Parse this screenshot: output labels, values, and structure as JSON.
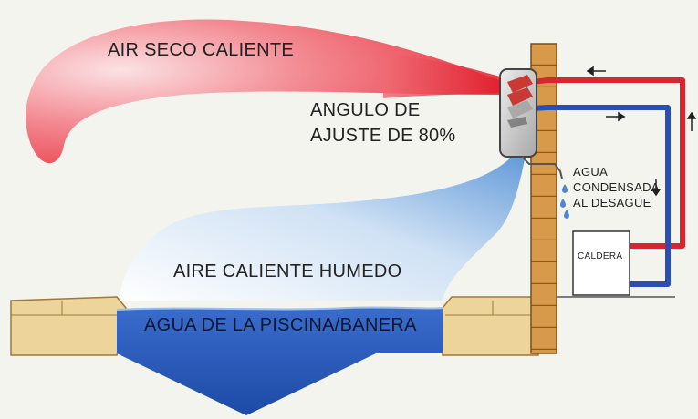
{
  "labels": {
    "hot_dry_air": "AIR SECO CALIENTE",
    "adjust_angle": [
      "ANGULO DE",
      "AJUSTE DE 80%"
    ],
    "humid_warm_air": "AIRE CALIENTE HUMEDO",
    "pool_water": "AGUA DE LA PISCINA/BANERA",
    "condensed_water": [
      "AGUA",
      "CONDENSADA",
      "AL DESAGUE"
    ],
    "boiler": "CALDERA"
  },
  "colors": {
    "hot_air": "#e8343f",
    "humid_air": "#6fa4dc",
    "pool_water": "#2456b8",
    "hot_pipe": "#d8262e",
    "cold_pipe": "#2a4fb0",
    "wall_brick": "#d79a4a",
    "deck": "#ecd49a"
  },
  "icons": [
    "arrow-left-icon",
    "arrow-right-icon",
    "arrow-up-icon",
    "arrow-down-icon",
    "water-drop-icon"
  ]
}
